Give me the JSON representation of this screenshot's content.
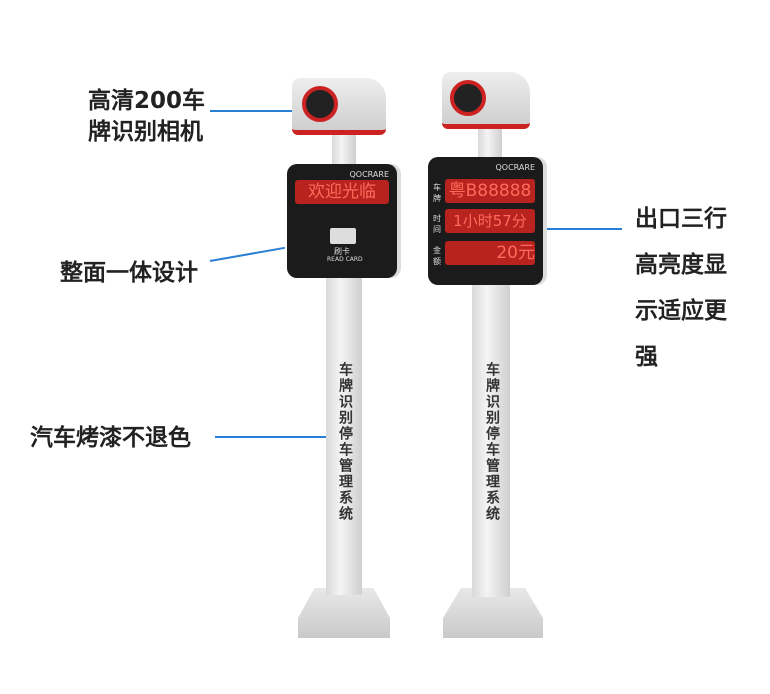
{
  "callouts": {
    "camera": [
      "高清200车",
      "牌识别相机"
    ],
    "panel": "整面一体设计",
    "paint": "汽车烤漆不退色",
    "display": [
      "出口三行",
      "高亮度显",
      "示适应更",
      "强"
    ]
  },
  "left_device": {
    "logo": "QOCRARE",
    "led_text": "欢迎光临",
    "card_label_cn": "刷卡",
    "card_label_en": "READ CARD",
    "pole_text": "车牌识别停车管理系统"
  },
  "right_device": {
    "logo": "QOCRARE",
    "rows": [
      {
        "label": "车牌",
        "value": "粤B88888"
      },
      {
        "label": "时间",
        "value": "1小时57分"
      },
      {
        "label": "金额",
        "value": "20元"
      }
    ],
    "pole_text": "车牌识别停车管理系统"
  },
  "colors": {
    "arrow": "#2a7fd4",
    "led": "#b8231f",
    "accent": "#c22"
  }
}
